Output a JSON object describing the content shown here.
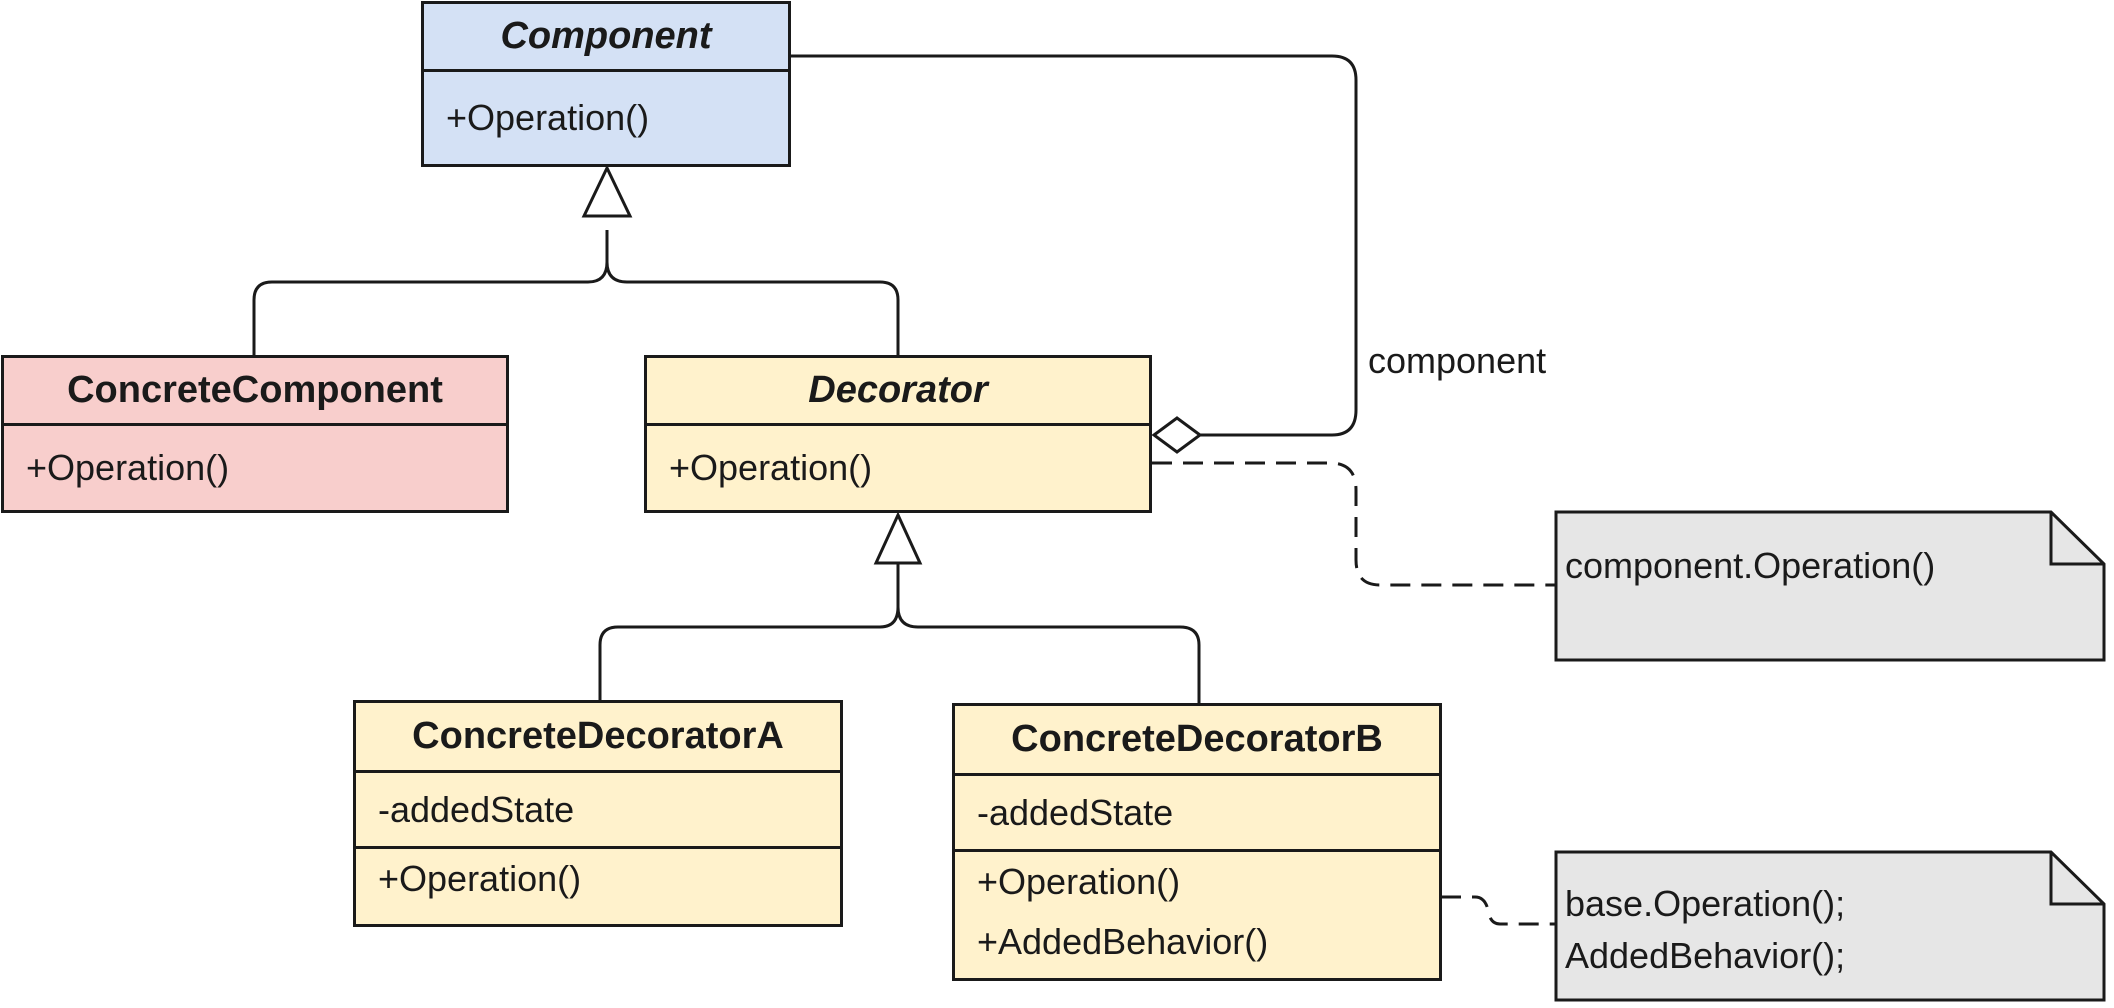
{
  "classes": {
    "component": {
      "name": "Component",
      "operations": [
        "+Operation()"
      ]
    },
    "concrete_component": {
      "name": "ConcreteComponent",
      "operations": [
        "+Operation()"
      ]
    },
    "decorator": {
      "name": "Decorator",
      "operations": [
        "+Operation()"
      ]
    },
    "concrete_decorator_a": {
      "name": "ConcreteDecoratorA",
      "attributes": [
        "-addedState"
      ],
      "operations": [
        "+Operation()"
      ]
    },
    "concrete_decorator_b": {
      "name": "ConcreteDecoratorB",
      "attributes": [
        "-addedState"
      ],
      "operations": [
        "+Operation()",
        "+AddedBehavior()"
      ]
    }
  },
  "association_label": "component",
  "notes": {
    "decorator_note": [
      "component.Operation()"
    ],
    "decorator_b_note": [
      "base.Operation();",
      "AddedBehavior();"
    ]
  },
  "colors": {
    "abstract_base": "#d4e1f5",
    "concrete_component": "#f8cecc",
    "decorators": "#fff2cc",
    "notes": "#e6e6e6",
    "lines": "#1a1a1a"
  }
}
